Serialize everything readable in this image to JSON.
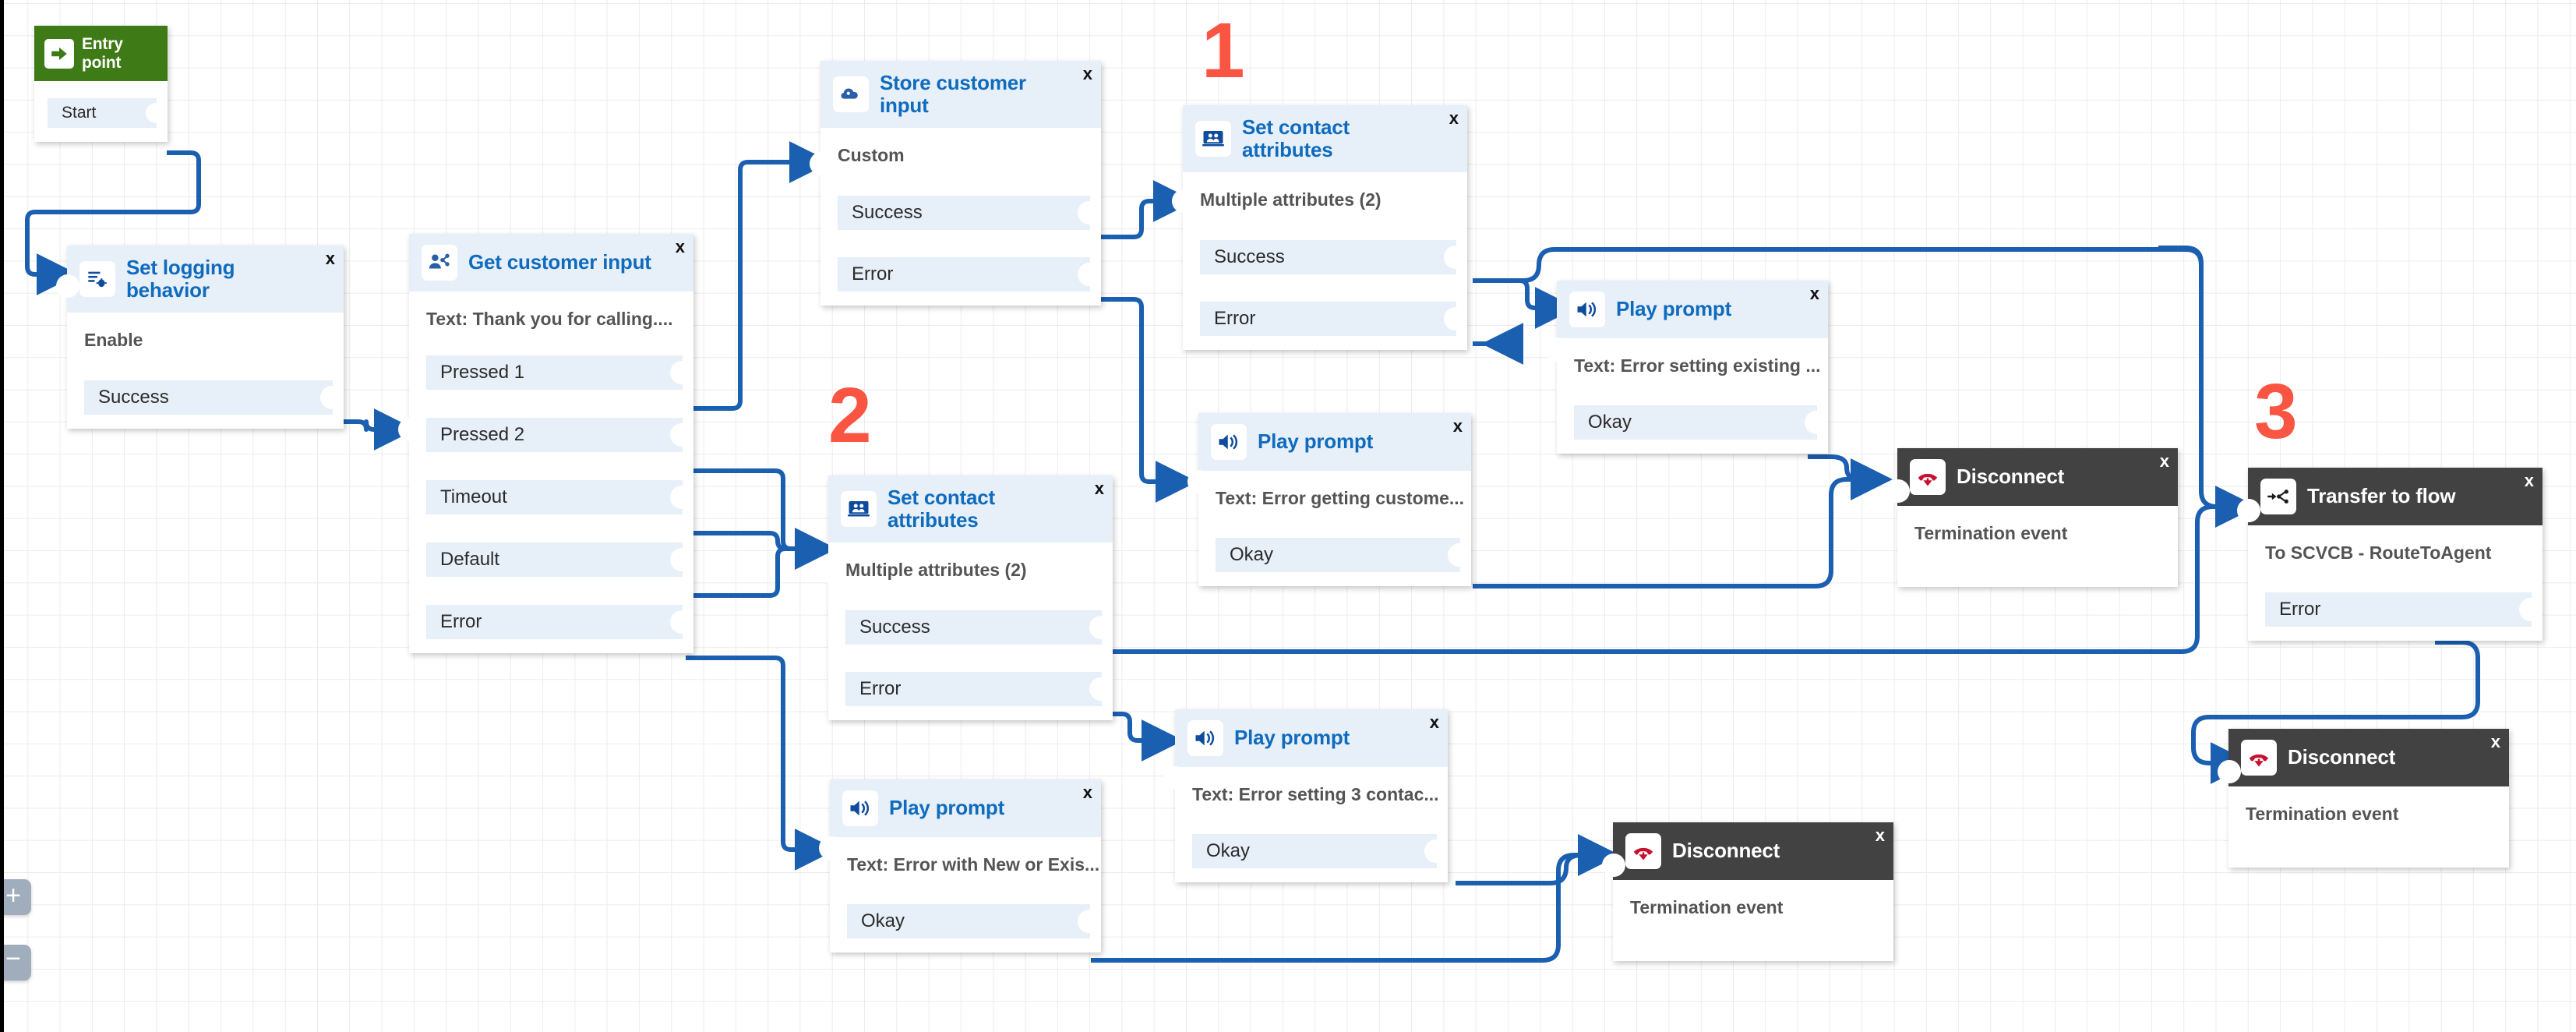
{
  "canvas": {
    "grid_color": "#ececec",
    "background": "#ffffff",
    "edge_color": "#1b5fb0",
    "accent_header": "#e7eff8",
    "dark_header": "#424242",
    "title_color": "#0f6bbd",
    "marker_color": "#fa5442",
    "zoom_controls": {
      "zoom_in": "+",
      "zoom_out": "−"
    }
  },
  "markers": [
    {
      "label": "1"
    },
    {
      "label": "2"
    },
    {
      "label": "3"
    }
  ],
  "nodes": [
    {
      "id": "entry-point",
      "title": "Entry\npoint",
      "icon": "entry-arrow-icon",
      "subtitle": "",
      "ports": [
        {
          "label": "Start"
        }
      ],
      "style": "green"
    },
    {
      "id": "set-logging-behavior",
      "title": "Set logging behavior",
      "icon": "logging-bug-icon",
      "subtitle": "Enable",
      "ports": [
        {
          "label": "Success"
        }
      ],
      "close": "x",
      "style": "light"
    },
    {
      "id": "get-customer-input",
      "title": "Get customer input",
      "icon": "customer-input-icon",
      "subtitle": "Text: Thank you for calling....",
      "ports": [
        {
          "label": "Pressed 1"
        },
        {
          "label": "Pressed 2"
        },
        {
          "label": "Timeout"
        },
        {
          "label": "Default"
        },
        {
          "label": "Error"
        }
      ],
      "close": "x",
      "style": "light"
    },
    {
      "id": "store-customer-input",
      "title": "Store customer input",
      "icon": "store-cloud-icon",
      "subtitle": "Custom",
      "ports": [
        {
          "label": "Success"
        },
        {
          "label": "Error"
        }
      ],
      "close": "x",
      "style": "light"
    },
    {
      "id": "set-contact-attributes-1",
      "title": "Set contact attributes",
      "icon": "contact-attributes-icon",
      "subtitle": "Multiple attributes (2)",
      "ports": [
        {
          "label": "Success"
        },
        {
          "label": "Error"
        }
      ],
      "close": "x",
      "style": "light"
    },
    {
      "id": "play-prompt-error-getting-customer",
      "title": "Play prompt",
      "icon": "speaker-icon",
      "subtitle": "Text: Error getting custome...",
      "ports": [
        {
          "label": "Okay"
        }
      ],
      "close": "x",
      "style": "light"
    },
    {
      "id": "play-prompt-error-setting-existing",
      "title": "Play prompt",
      "icon": "speaker-icon",
      "subtitle": "Text: Error setting existing ...",
      "ports": [
        {
          "label": "Okay"
        }
      ],
      "close": "x",
      "style": "light"
    },
    {
      "id": "set-contact-attributes-2",
      "title": "Set contact attributes",
      "icon": "contact-attributes-icon",
      "subtitle": "Multiple attributes (2)",
      "ports": [
        {
          "label": "Success"
        },
        {
          "label": "Error"
        }
      ],
      "close": "x",
      "style": "light"
    },
    {
      "id": "play-prompt-error-new-or-existing",
      "title": "Play prompt",
      "icon": "speaker-icon",
      "subtitle": "Text: Error with New or Exis...",
      "ports": [
        {
          "label": "Okay"
        }
      ],
      "close": "x",
      "style": "light"
    },
    {
      "id": "play-prompt-error-setting-3-contact",
      "title": "Play prompt",
      "icon": "speaker-icon",
      "subtitle": "Text: Error setting 3 contac...",
      "ports": [
        {
          "label": "Okay"
        }
      ],
      "close": "x",
      "style": "light"
    },
    {
      "id": "disconnect-top",
      "title": "Disconnect",
      "icon": "hangup-phone-icon",
      "subtitle": "Termination event",
      "ports": [],
      "close": "x",
      "style": "dark"
    },
    {
      "id": "disconnect-middle",
      "title": "Disconnect",
      "icon": "hangup-phone-icon",
      "subtitle": "Termination event",
      "ports": [],
      "close": "x",
      "style": "dark"
    },
    {
      "id": "disconnect-bottom",
      "title": "Disconnect",
      "icon": "hangup-phone-icon",
      "subtitle": "Termination event",
      "ports": [],
      "close": "x",
      "style": "dark"
    },
    {
      "id": "transfer-to-flow",
      "title": "Transfer to flow",
      "icon": "transfer-flow-icon",
      "subtitle": "To SCVCB - RouteToAgent",
      "ports": [
        {
          "label": "Error"
        }
      ],
      "close": "x",
      "style": "dark"
    }
  ]
}
